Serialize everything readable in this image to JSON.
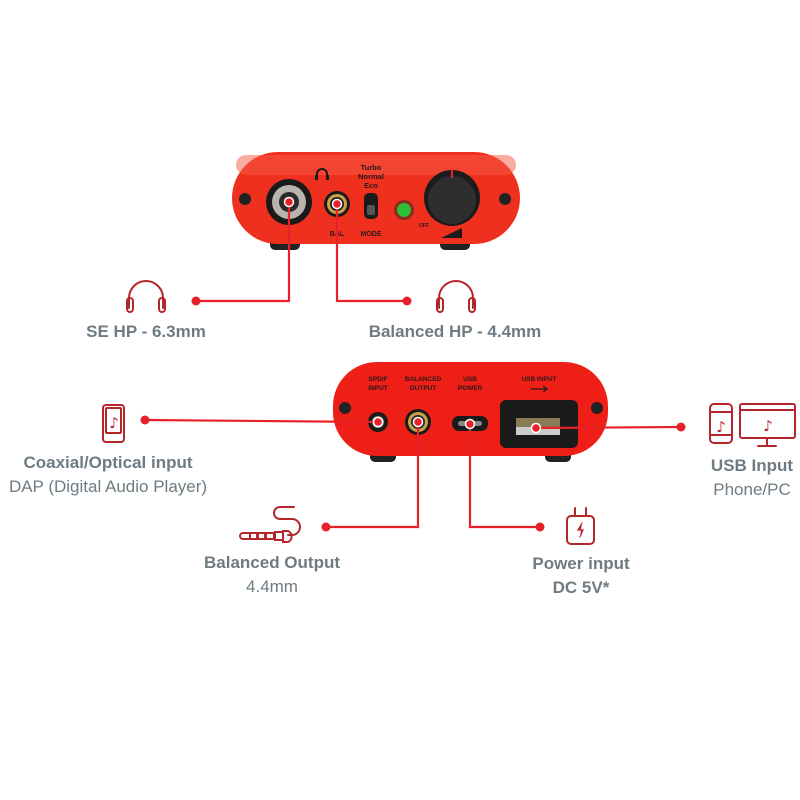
{
  "colors": {
    "device": "#f0301e",
    "line": "#e8202a",
    "icon": "#b5262a",
    "text": "#6f7b82"
  },
  "front_panel": {
    "mode_options": [
      "Turbo",
      "Normal",
      "Eco"
    ],
    "bal_label": "BAL",
    "mode_label": "MODE",
    "off_label": "OFF"
  },
  "back_panel": {
    "spdif": [
      "SPDIF",
      "INPUT"
    ],
    "balanced": [
      "BALANCED",
      "OUTPUT"
    ],
    "usb_power": [
      "USB",
      "POWER"
    ],
    "usb_input": "USB INPUT"
  },
  "callouts": {
    "se_hp": {
      "title": "SE HP - 6.3mm",
      "icon": "headphones-icon"
    },
    "bal_hp": {
      "title": "Balanced HP - 4.4mm",
      "icon": "headphones-icon"
    },
    "coax": {
      "title": "Coaxial/Optical input",
      "subtitle": "DAP (Digital Audio Player)",
      "icon": "dap-icon"
    },
    "bal_out": {
      "title": "Balanced Output",
      "subtitle": "4.4mm",
      "icon": "balanced-cable-icon"
    },
    "power": {
      "title": "Power input",
      "subtitle": "DC 5V*",
      "icon": "power-plug-icon"
    },
    "usb": {
      "title": "USB Input",
      "subtitle": "Phone/PC",
      "icon": "phone-pc-icon"
    }
  }
}
